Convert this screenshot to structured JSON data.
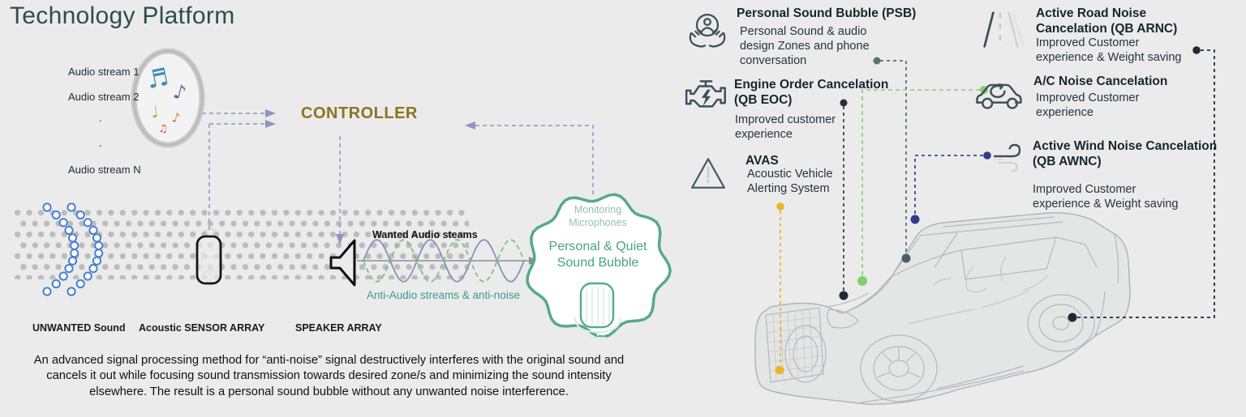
{
  "slide_title": "Technology Platform",
  "diagram": {
    "audio_streams": [
      "Audio stream 1",
      "Audio stream 2",
      ".",
      ".",
      "Audio stream N"
    ],
    "music_notes": [
      "♬",
      "♪",
      "♩",
      "♪",
      "♫"
    ],
    "controller_label": "CONTROLLER",
    "wanted_audio_label": "Wanted Audio steams",
    "anti_audio_label": "Anti-Audio streams & anti-noise",
    "unwanted_sound_label": "UNWANTED Sound",
    "sensor_array_label": "Acoustic SENSOR ARRAY",
    "speaker_array_label": "SPEAKER ARRAY",
    "bubble": {
      "monitoring_label": "Monitoring Microphones",
      "title": "Personal & Quiet Sound Bubble"
    },
    "description": "An advanced signal processing method for “anti-noise” signal destructively interferes with the original sound and cancels it out while focusing sound transmission towards desired zone/s and minimizing the sound intensity elsewhere. The result is a personal sound bubble without any unwanted noise interference."
  },
  "features": [
    {
      "id": "psb",
      "icon": "hands-holding-person-icon",
      "title_lines": [
        "Personal Sound Bubble (PSB)"
      ],
      "description_lines": [
        "Personal Sound & audio",
        "design Zones and phone",
        "conversation"
      ]
    },
    {
      "id": "eoc",
      "icon": "engine-icon",
      "title_lines": [
        "Engine Order Cancelation",
        "(QB EOC)"
      ],
      "description_lines": [
        "Improved customer",
        "experience"
      ]
    },
    {
      "id": "avas",
      "icon": "warning-triangle-icon",
      "title_lines": [
        "AVAS"
      ],
      "description_lines": [
        "Acoustic Vehicle",
        "Alerting System"
      ]
    },
    {
      "id": "arnc",
      "icon": "road-icon",
      "title_lines": [
        "Active Road Noise",
        "Cancelation  (QB ARNC)"
      ],
      "description_lines": [
        "Improved Customer",
        "experience & Weight saving"
      ]
    },
    {
      "id": "ac",
      "icon": "car-recirculation-icon",
      "title_lines": [
        "A/C Noise Cancelation"
      ],
      "description_lines": [
        "Improved Customer",
        "experience"
      ]
    },
    {
      "id": "awnc",
      "icon": "wind-icon",
      "title_lines": [
        "Active Wind Noise Cancelation",
        "(QB AWNC)"
      ],
      "description_lines": [
        "Improved Customer",
        "experience & Weight saving"
      ]
    }
  ],
  "colors": {
    "background": "#ebebeb",
    "title_teal": "#2d4e4b",
    "controller_gold": "#8a7421",
    "bubble_teal": "#56a98c",
    "bubble_text": "#49a287",
    "anti_audio_teal": "#3a9d86",
    "arrow_purple": "#9aa1cb",
    "wave_purple": "#8a90bd",
    "wave_green": "#7cc47c",
    "dot_gray": "#bcbcbc",
    "wavefront_blue": "#4a80d2",
    "icon_slate": "#3e505a",
    "connector_psb": "#5c6f7a",
    "connector_eoc": "#3c434a",
    "connector_avas": "#e8b62b",
    "connector_ac": "#7fd06f",
    "connector_awnc": "#3f459a",
    "connector_arnc": "#1d2b33"
  }
}
